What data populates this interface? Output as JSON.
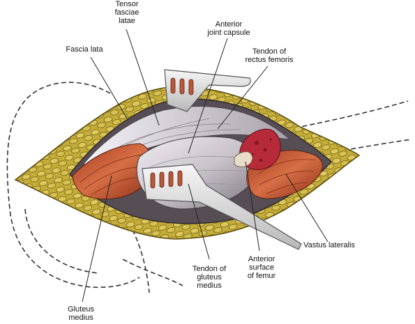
{
  "labels": {
    "tensor_fasciae_latae": {
      "lines": [
        "Tensor",
        "fasciae",
        "latae"
      ]
    },
    "anterior_joint_capsule": {
      "lines": [
        "Anterior",
        "joint capsule"
      ]
    },
    "fascia_lata": {
      "lines": [
        "Fascia lata"
      ]
    },
    "tendon_rectus_femoris": {
      "lines": [
        "Tendon of",
        "rectus femoris"
      ]
    },
    "vastus_lateralis": {
      "lines": [
        "Vastus lateralis"
      ]
    },
    "tendon_gluteus_medius": {
      "lines": [
        "Tendon of",
        "gluteus",
        "medius"
      ]
    },
    "anterior_surface_femur": {
      "lines": [
        "Anterior",
        "surface",
        "of femur"
      ]
    },
    "gluteus_medius": {
      "lines": [
        "Gluteus",
        "medius"
      ]
    }
  },
  "colors": {
    "fat": "#c9b33e",
    "fat_lobule": "#d8c55a",
    "fat_outline": "#6b5a12",
    "capsule": "#d9d4da",
    "muscle": "#c0582f",
    "bone": "#b3283a",
    "retractor": "#dcdcdc",
    "leader": "#222222"
  }
}
